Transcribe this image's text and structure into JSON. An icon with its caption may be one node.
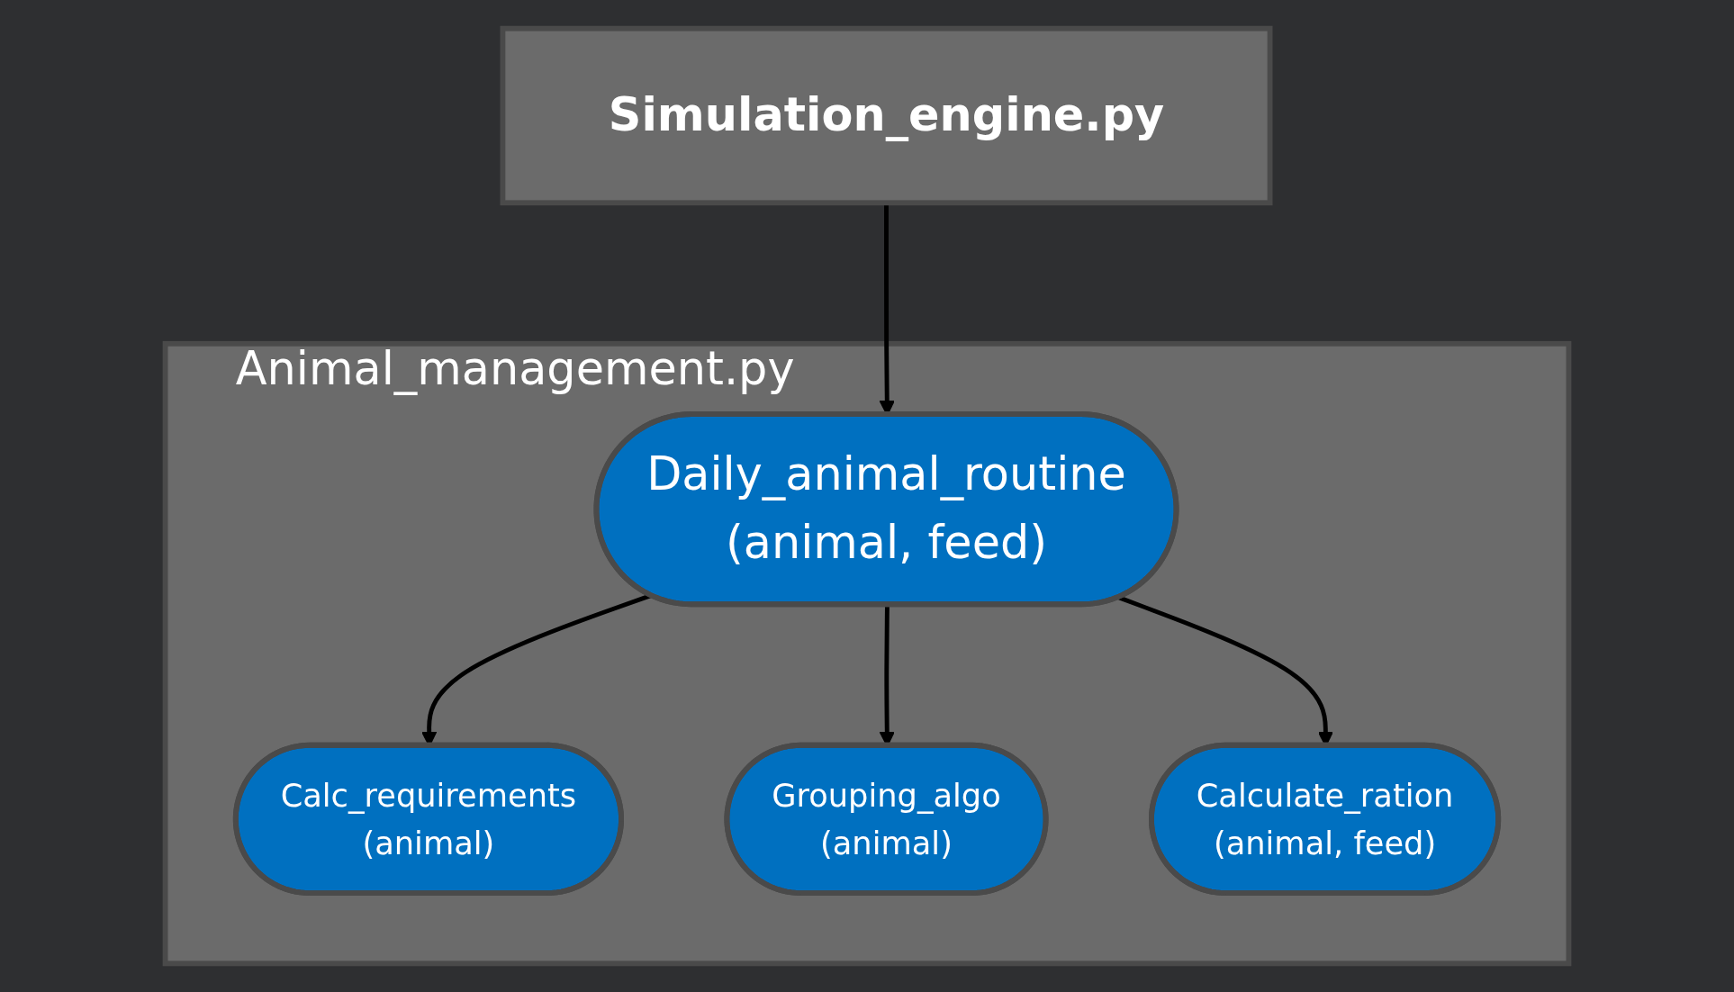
{
  "diagram": {
    "nodes": [
      {
        "text": [
          "Simulation_engine.py"
        ]
      },
      {
        "text": [
          "Animal_management.py"
        ]
      },
      {
        "text": [
          "Daily_animal_routine",
          "(animal, feed)"
        ],
        "in": 1
      },
      {
        "text": [
          "Calc_requirements",
          "(animal)"
        ],
        "in": 1
      },
      {
        "text": [
          "Grouping_algo",
          "(animal)"
        ],
        "in": 1
      },
      {
        "text": [
          "Calculate_ration",
          "(animal, feed)"
        ],
        "in": 1
      }
    ],
    "edges": [
      {
        "from": 0,
        "to": 2,
        "arrow": "to"
      },
      {
        "from": 2,
        "to": 3,
        "arrow": "to"
      },
      {
        "from": 2,
        "to": 4,
        "arrow": "to"
      },
      {
        "from": 2,
        "to": 5,
        "arrow": "to"
      }
    ]
  }
}
